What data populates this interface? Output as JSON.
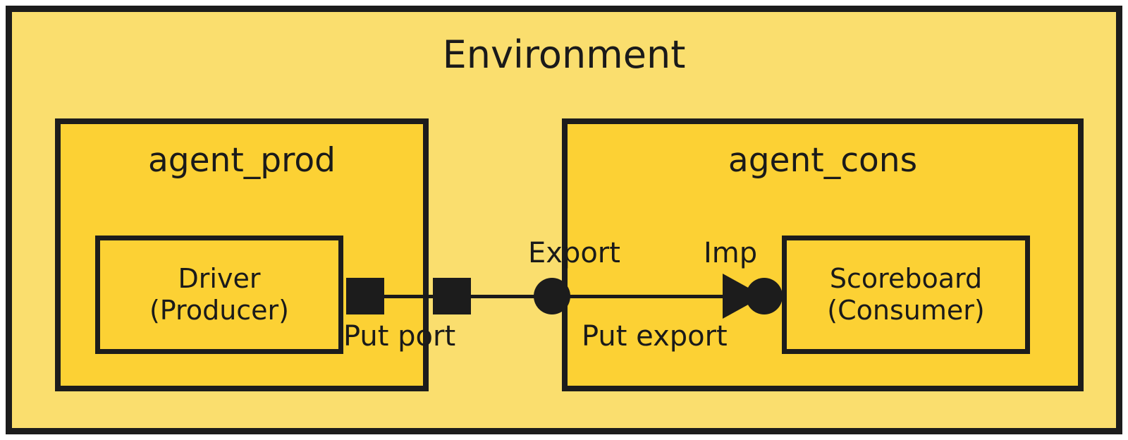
{
  "diagram": {
    "title": "Environment",
    "type": "uvm-testbench-architecture",
    "colors": {
      "env_fill": "#FADE6E",
      "agent_fill": "#FCD134",
      "component_fill": "#FCD134",
      "stroke": "#1C1C1C",
      "text": "#1A1A1A",
      "page_background": "#FFFFFF"
    },
    "agents": [
      {
        "name": "agent_prod",
        "component": {
          "title": "Driver",
          "subtitle": "(Producer)"
        },
        "port": {
          "label": "Put port",
          "kind": "put-port-square",
          "count": 2
        }
      },
      {
        "name": "agent_cons",
        "component": {
          "title": "Scoreboard",
          "subtitle": "(Consumer)"
        },
        "port": {
          "label": "Put export",
          "kind": "export-circle"
        }
      }
    ],
    "connections": [
      {
        "from": "agent_prod.Put port",
        "to": "agent_cons.Put export",
        "export_label": "Export",
        "imp_label": "Imp",
        "arrow": "right"
      }
    ]
  }
}
